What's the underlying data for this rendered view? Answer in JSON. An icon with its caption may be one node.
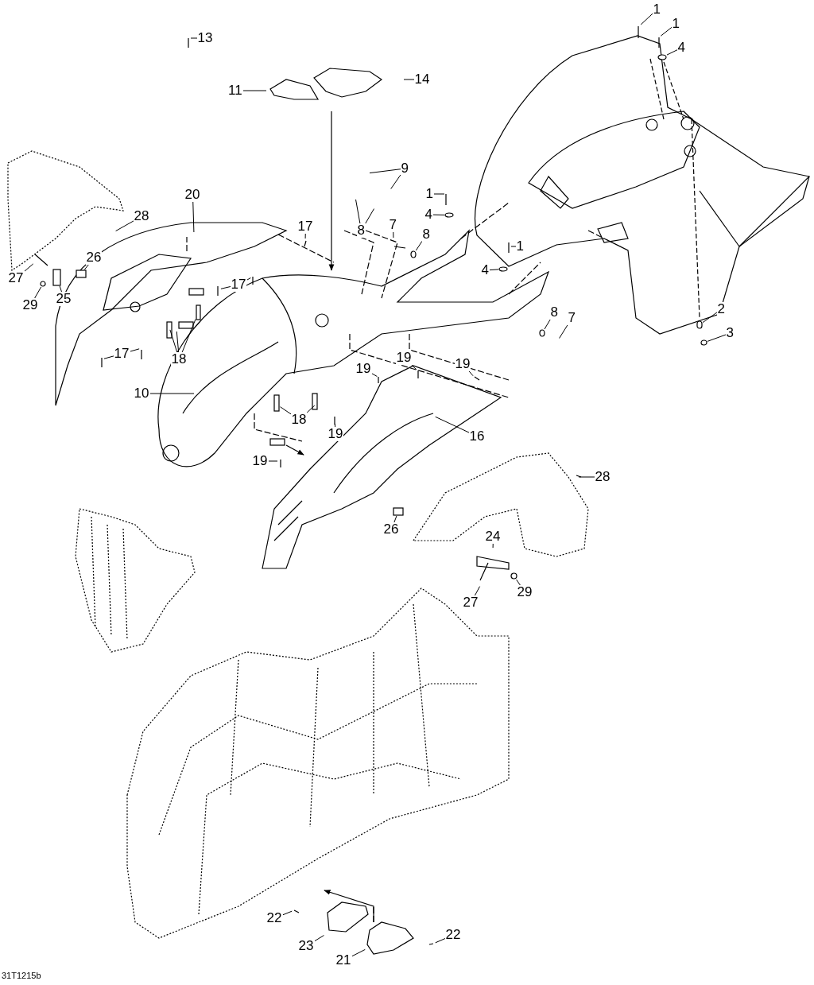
{
  "diagram": {
    "nodes": [
      {
        "text": [
          "1"
        ]
      },
      {
        "text": [
          "1"
        ]
      },
      {
        "text": [
          "4"
        ]
      },
      {
        "text": [
          "13"
        ]
      },
      {
        "text": [
          "11"
        ]
      },
      {
        "text": [
          "14"
        ]
      },
      {
        "text": [
          "9"
        ]
      },
      {
        "text": [
          "1"
        ]
      },
      {
        "text": [
          "4"
        ]
      },
      {
        "text": [
          "20"
        ]
      },
      {
        "text": [
          "28"
        ]
      },
      {
        "text": [
          "17"
        ]
      },
      {
        "text": [
          "8"
        ]
      },
      {
        "text": [
          "7"
        ]
      },
      {
        "text": [
          "8"
        ]
      },
      {
        "text": [
          "27"
        ]
      },
      {
        "text": [
          "26"
        ]
      },
      {
        "text": [
          "1"
        ]
      },
      {
        "text": [
          "4"
        ]
      },
      {
        "text": [
          "17"
        ]
      },
      {
        "text": [
          "29"
        ]
      },
      {
        "text": [
          "25"
        ]
      },
      {
        "text": [
          "2"
        ]
      },
      {
        "text": [
          "8"
        ]
      },
      {
        "text": [
          "7"
        ]
      },
      {
        "text": [
          "3"
        ]
      },
      {
        "text": [
          "17"
        ]
      },
      {
        "text": [
          "18"
        ]
      },
      {
        "text": [
          "19"
        ]
      },
      {
        "text": [
          "19"
        ]
      },
      {
        "text": [
          "19"
        ]
      },
      {
        "text": [
          "10"
        ]
      },
      {
        "text": [
          "18"
        ]
      },
      {
        "text": [
          "19"
        ]
      },
      {
        "text": [
          "16"
        ]
      },
      {
        "text": [
          "19"
        ]
      },
      {
        "text": [
          "28"
        ]
      },
      {
        "text": [
          "26"
        ]
      },
      {
        "text": [
          "24"
        ]
      },
      {
        "text": [
          "29"
        ]
      },
      {
        "text": [
          "27"
        ]
      },
      {
        "text": [
          "22"
        ]
      },
      {
        "text": [
          "22"
        ]
      },
      {
        "text": [
          "23"
        ]
      },
      {
        "text": [
          "21"
        ]
      },
      {
        "text": [],
        "shape": "circle"
      },
      {
        "text": [],
        "shape": "circle"
      },
      {
        "text": [],
        "shape": "box"
      },
      {
        "text": [],
        "shape": "circle"
      },
      {
        "text": [],
        "shape": "box"
      },
      {
        "text": [],
        "shape": "cylinder"
      },
      {
        "text": [],
        "shape": "circle"
      },
      {
        "text": [],
        "shape": "box"
      },
      {
        "text": [],
        "shape": "box"
      },
      {
        "text": [],
        "shape": "circle"
      },
      {
        "text": [],
        "shape": "circle"
      },
      {
        "text": [],
        "shape": "circle"
      },
      {
        "text": [],
        "shape": "circle"
      }
    ],
    "edges": [
      {
        "from": 0,
        "to": null,
        "arrow": "none"
      },
      {
        "from": 1,
        "to": null,
        "arrow": "none"
      },
      {
        "from": 2,
        "to": 45,
        "arrow": "none"
      },
      {
        "from": 3,
        "to": null,
        "arrow": "none"
      },
      {
        "from": 4,
        "to": null,
        "arrow": "none"
      },
      {
        "from": 5,
        "to": null,
        "arrow": "none"
      },
      {
        "from": 6,
        "to": null,
        "arrow": "none"
      },
      {
        "from": 6,
        "to": null,
        "arrow": "none"
      },
      {
        "from": 7,
        "to": null,
        "arrow": "none"
      },
      {
        "from": 8,
        "to": 46,
        "arrow": "none"
      },
      {
        "from": 9,
        "to": null,
        "arrow": "none"
      },
      {
        "from": 10,
        "to": null,
        "arrow": "none"
      },
      {
        "from": 11,
        "to": null,
        "arrow": "none"
      },
      {
        "from": 12,
        "to": null,
        "arrow": "none"
      },
      {
        "from": 12,
        "to": null,
        "arrow": "none"
      },
      {
        "from": 13,
        "to": null,
        "arrow": "none"
      },
      {
        "from": 14,
        "to": 55,
        "arrow": "none"
      },
      {
        "from": 15,
        "to": null,
        "arrow": "none"
      },
      {
        "from": 16,
        "to": 47,
        "arrow": "none"
      },
      {
        "from": 17,
        "to": null,
        "arrow": "none"
      },
      {
        "from": 18,
        "to": 48,
        "arrow": "none"
      },
      {
        "from": 19,
        "to": null,
        "arrow": "none"
      },
      {
        "from": 19,
        "to": null,
        "arrow": "none"
      },
      {
        "from": 20,
        "to": 57,
        "arrow": "none"
      },
      {
        "from": 21,
        "to": 49,
        "arrow": "none"
      },
      {
        "from": 22,
        "to": 50,
        "arrow": "none"
      },
      {
        "from": 23,
        "to": 56,
        "arrow": "none"
      },
      {
        "from": 24,
        "to": null,
        "arrow": "none"
      },
      {
        "from": 25,
        "to": 51,
        "arrow": "none"
      },
      {
        "from": 26,
        "to": null,
        "arrow": "none"
      },
      {
        "from": 26,
        "to": null,
        "arrow": "none"
      },
      {
        "from": 27,
        "to": null,
        "arrow": "none"
      },
      {
        "from": 27,
        "to": null,
        "arrow": "none"
      },
      {
        "from": 27,
        "to": 52,
        "arrow": "none"
      },
      {
        "from": 28,
        "to": null,
        "arrow": "none"
      },
      {
        "from": 29,
        "to": null,
        "arrow": "none"
      },
      {
        "from": 30,
        "to": null,
        "arrow": "none"
      },
      {
        "from": 31,
        "to": null,
        "arrow": "none"
      },
      {
        "from": 32,
        "to": null,
        "arrow": "none"
      },
      {
        "from": 32,
        "to": null,
        "arrow": "none"
      },
      {
        "from": 33,
        "to": null,
        "arrow": "none"
      },
      {
        "from": 34,
        "to": null,
        "arrow": "none"
      },
      {
        "from": 35,
        "to": null,
        "arrow": "none"
      },
      {
        "from": 36,
        "to": null,
        "arrow": "none"
      },
      {
        "from": 37,
        "to": 53,
        "arrow": "none"
      },
      {
        "from": 38,
        "to": null,
        "arrow": "none"
      },
      {
        "from": 39,
        "to": 54,
        "arrow": "none"
      },
      {
        "from": 40,
        "to": null,
        "arrow": "none"
      },
      {
        "from": 41,
        "to": null,
        "arrow": "none"
      },
      {
        "from": 42,
        "to": null,
        "arrow": "none"
      },
      {
        "from": 43,
        "to": null,
        "arrow": "none"
      },
      {
        "from": 44,
        "to": null,
        "arrow": "none"
      }
    ],
    "labels": [
      "31T1215b"
    ]
  }
}
